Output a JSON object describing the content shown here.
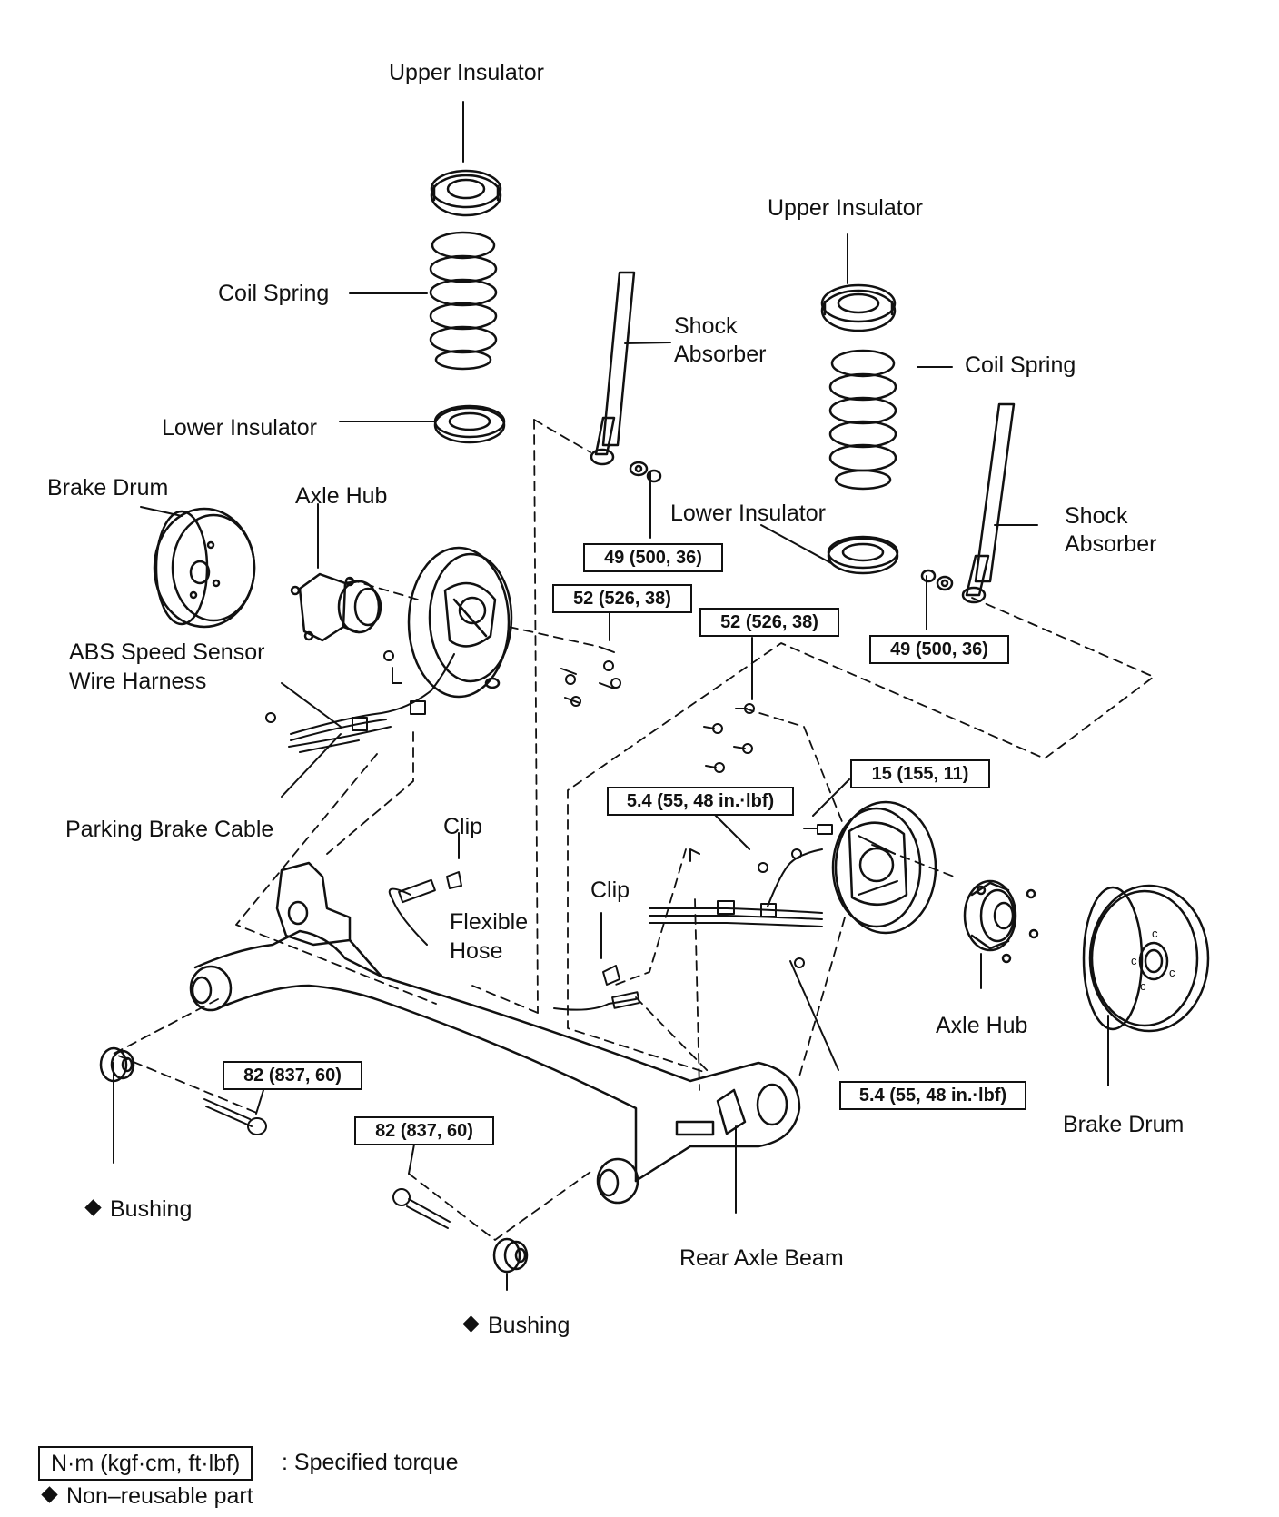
{
  "labels": {
    "upper_insulator_left": "Upper Insulator",
    "coil_spring_left": "Coil Spring",
    "lower_insulator_left": "Lower Insulator",
    "brake_drum_left": "Brake Drum",
    "axle_hub_left": "Axle Hub",
    "abs_sensor_line1": "ABS Speed Sensor",
    "abs_sensor_line2": "Wire Harness",
    "parking_brake_cable": "Parking Brake Cable",
    "shock_absorber_left_1": "Shock",
    "shock_absorber_left_2": "Absorber",
    "upper_insulator_right": "Upper Insulator",
    "coil_spring_right": "Coil Spring",
    "lower_insulator_right": "Lower Insulator",
    "shock_absorber_right_1": "Shock",
    "shock_absorber_right_2": "Absorber",
    "clip_upper": "Clip",
    "flexible_hose_1": "Flexible",
    "flexible_hose_2": "Hose",
    "clip_lower": "Clip",
    "axle_hub_right": "Axle Hub",
    "brake_drum_right": "Brake Drum",
    "bushing_left": "Bushing",
    "bushing_center": "Bushing",
    "rear_axle_beam": "Rear Axle Beam"
  },
  "torque": {
    "shock_lower_left": "49 (500, 36)",
    "backing_plate_left": "52 (526, 38)",
    "backing_plate_right": "52 (526, 38)",
    "shock_lower_right": "49 (500, 36)",
    "brake_line": "15 (155, 11)",
    "sensor_bolt_upper": "5.4 (55, 48 in.·lbf)",
    "sensor_bolt_lower": "5.4 (55, 48 in.·lbf)",
    "bushing_bolt_left": "82 (837, 60)",
    "bushing_bolt_center": "82 (837, 60)"
  },
  "legend": {
    "torque_unit": "N·m (kgf·cm, ft·lbf)",
    "torque_desc": ": Specified torque",
    "nonreusable": "Non–reusable part"
  }
}
